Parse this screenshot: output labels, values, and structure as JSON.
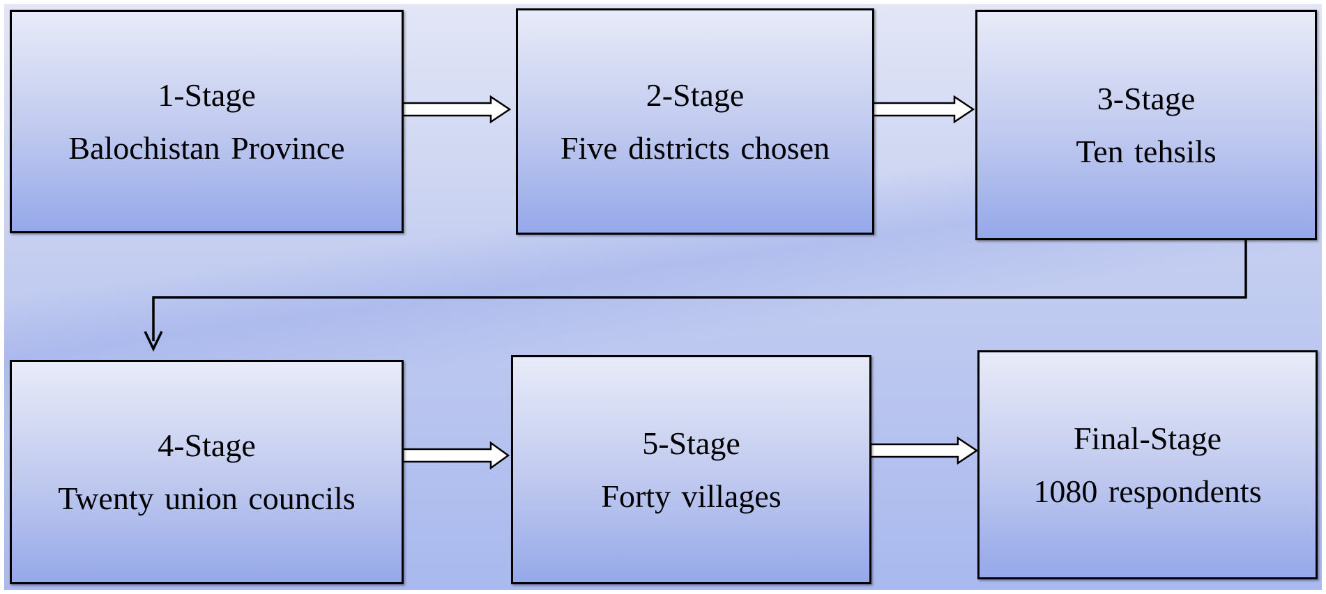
{
  "stages": [
    {
      "title": "1-Stage",
      "desc": "Balochistan Province"
    },
    {
      "title": "2-Stage",
      "desc": "Five districts chosen"
    },
    {
      "title": "3-Stage",
      "desc": "Ten tehsils"
    },
    {
      "title": "4-Stage",
      "desc": "Twenty union councils"
    },
    {
      "title": "5-Stage",
      "desc": "Forty villages"
    },
    {
      "title": "Final-Stage",
      "desc": "1080 respondents"
    }
  ],
  "colors": {
    "box_top": "#e8ebf8",
    "box_bottom": "#95a8e9",
    "border": "#000000"
  }
}
